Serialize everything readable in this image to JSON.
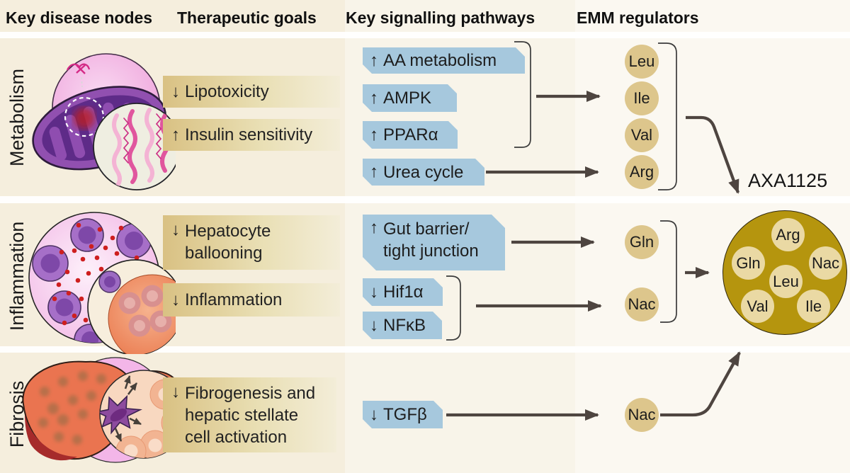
{
  "header": {
    "columns": [
      "Key disease nodes",
      "Therapeutic goals",
      "Key signalling pathways",
      "EMM regulators"
    ]
  },
  "rows": [
    {
      "label": "Metabolism",
      "illustration": "mitochondrion-with-lipid-zoom",
      "goals": [
        {
          "arrow": "↓",
          "lines": [
            "Lipotoxicity"
          ]
        },
        {
          "arrow": "↑",
          "lines": [
            "Insulin sensitivity"
          ]
        }
      ],
      "pathways": [
        {
          "arrow": "↑",
          "lines": [
            "AA metabolism"
          ]
        },
        {
          "arrow": "↑",
          "lines": [
            "AMPK"
          ]
        },
        {
          "arrow": "↑",
          "lines": [
            "PPARα"
          ]
        },
        {
          "arrow": "↑",
          "lines": [
            "Urea cycle"
          ]
        }
      ],
      "regulators": [
        "Leu",
        "Ile",
        "Val",
        "Arg"
      ]
    },
    {
      "label": "Inflammation",
      "illustration": "inflamed-cell-with-hepatocyte-zoom",
      "goals": [
        {
          "arrow": "↓",
          "lines": [
            "Hepatocyte",
            "ballooning"
          ]
        },
        {
          "arrow": "↓",
          "lines": [
            "Inflammation"
          ]
        }
      ],
      "pathways": [
        {
          "arrow": "↑",
          "lines": [
            "Gut barrier/",
            "tight junction"
          ]
        },
        {
          "arrow": "↓",
          "lines": [
            "Hif1α"
          ]
        },
        {
          "arrow": "↓",
          "lines": [
            "NFκB"
          ]
        }
      ],
      "regulators": [
        "Gln",
        "Nac"
      ]
    },
    {
      "label": "Fibrosis",
      "illustration": "liver-with-stellate-cell-zoom",
      "goals": [
        {
          "arrow": "↓",
          "lines": [
            "Fibrogenesis and",
            "hepatic stellate",
            "cell activation"
          ]
        }
      ],
      "pathways": [
        {
          "arrow": "↓",
          "lines": [
            "TGFβ"
          ]
        }
      ],
      "regulators": [
        "Nac"
      ]
    }
  ],
  "axa": {
    "label": "AXA1125",
    "components": [
      "Arg",
      "Gln",
      "Nac",
      "Leu",
      "Val",
      "Ile"
    ]
  },
  "palette": {
    "background": "#f5eedd",
    "pathway_box": "#a6c8dd",
    "goal_box_dark": "#d9c183",
    "goal_box_light": "#f3edd8",
    "regulator_circle": "#ddc68c",
    "axa_circle": "#b5950e",
    "axa_component_circle": "#ead9a4",
    "arrow": "#4e4540"
  }
}
